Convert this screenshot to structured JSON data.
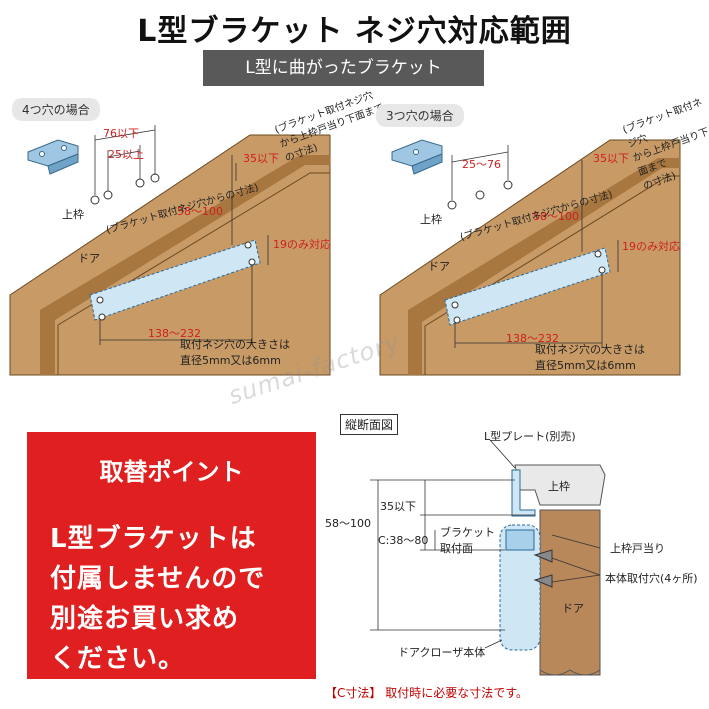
{
  "title": "L型ブラケット ネジ穴対応範囲",
  "subtitle": "L型に曲がったブラケット",
  "left_diagram": {
    "case_label": "4つ穴の場合",
    "dim_76": "76以下",
    "dim_25": "25以上",
    "dim_35": "35以下",
    "bracket_note_1": "(ブラケット取付ネジ穴",
    "bracket_note_2": "から上枠戸当り下面まで",
    "bracket_note_3": "の寸法)",
    "frame_label": "上枠",
    "door_label": "ドア",
    "dim_58_100": "58～100",
    "hole_note": "(ブラケット取付ネジ穴からの寸法)",
    "dim_19": "19のみ対応",
    "dim_138_232": "138～232",
    "screw_note_1": "取付ネジ穴の大きさは",
    "screw_note_2": "直径5mm又は6mm"
  },
  "right_diagram": {
    "case_label": "3つ穴の場合",
    "dim_25_76": "25～76",
    "dim_35": "35以下",
    "bracket_note_1": "(ブラケット取付ネジ穴",
    "bracket_note_2": "から上枠戸当り下面まで",
    "bracket_note_3": "の寸法)",
    "frame_label": "上枠",
    "door_label": "ドア",
    "dim_58_100": "58～100",
    "hole_note": "(ブラケット取付ネジ穴からの寸法)",
    "dim_19": "19のみ対応",
    "dim_138_232": "138～232",
    "screw_note_1": "取付ネジ穴の大きさは",
    "screw_note_2": "直径5mm又は6mm"
  },
  "watermark": "sumai-factory",
  "red_box": {
    "heading": "取替ポイント",
    "line1": "L型ブラケットは",
    "line2": "付属しませんので",
    "line3": "別途お買い求め",
    "line4": "ください。"
  },
  "section": {
    "title": "縦断面図",
    "plate_label": "L型プレート(別売)",
    "frame_label": "上枠",
    "dim_35": "35以下",
    "dim_58_100": "58～100",
    "dim_c": "C:38～80",
    "bracket_face_1": "ブラケット",
    "bracket_face_2": "取付面",
    "frame_stop": "上枠戸当り",
    "body_holes": "本体取付穴(4ヶ所)",
    "door_label": "ドア",
    "closer_label": "ドアクローザ本体"
  },
  "footer": "【C寸法】 取付時に必要な寸法です。",
  "colors": {
    "wood": "#c79a66",
    "wood_dark": "#a8763f",
    "plate": "#cfe6f5",
    "red_panel": "#e02020",
    "dim_red": "#d02020"
  }
}
